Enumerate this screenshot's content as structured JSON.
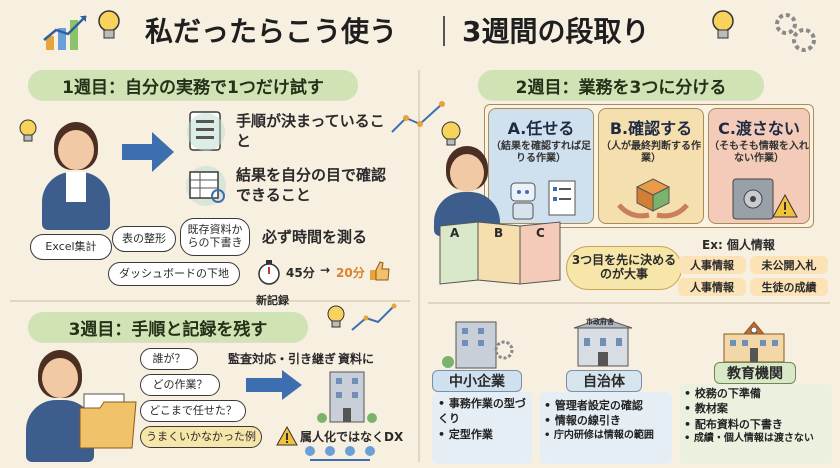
{
  "title": "私だったらこう使う",
  "title_right": "3週間の段取り",
  "week1": {
    "heading": "1週目：自分の実務で1つだけ試す",
    "point1": "手順が決まっていること",
    "point2": "結果を自分の目で確認できること",
    "bubbles": [
      "Excel集計",
      "表の整形",
      "既存資料からの下書き",
      "ダッシュボードの下地"
    ],
    "measure": "必ず時間を測る",
    "time_before": "45分",
    "arrow": "→",
    "time_after": "20分",
    "record": "新記録"
  },
  "week2": {
    "heading": "2週目：業務を3つに分ける",
    "cards": [
      {
        "title": "A.任せる",
        "sub": "（結果を確認すれば足りる作業）",
        "color": "#cfe0ee"
      },
      {
        "title": "B.確認する",
        "sub": "（人が最終判断する作業）",
        "color": "#f6dfae"
      },
      {
        "title": "C.渡さない",
        "sub": "（そもそも情報を入れない作業）",
        "color": "#f4cbb8"
      }
    ],
    "folder_labels": [
      "A",
      "B",
      "C"
    ],
    "callout": "3つ目を先に決めるのが大事",
    "ex_title": "Ex: 個人情報",
    "ex_items": [
      "人事情報",
      "未公開入札",
      "人事情報",
      "生徒の成績"
    ]
  },
  "week3": {
    "heading": "3週目：手順と記録を残す",
    "questions": [
      "誰が？",
      "どの作業？",
      "どこまで任せた？",
      "うまくいかなかった例"
    ],
    "audit": "監査対応・引き継ぎ",
    "asset": "資料に",
    "warning": "属人化ではなくDX"
  },
  "orgs": [
    {
      "name": "中小企業",
      "items": [
        "事務作業の型づくり",
        "定型作業"
      ],
      "color": "#cfe0ee"
    },
    {
      "name": "自治体",
      "items": [
        "管理者設定の確認",
        "情報の線引き",
        "庁内研修は情報の範囲"
      ],
      "color": "#d6e4ee"
    },
    {
      "name": "教育機関",
      "items": [
        "校務の下準備",
        "教材案",
        "配布資料の下書き",
        "成績・個人情報は渡さない"
      ],
      "color": "#d9e8c8"
    }
  ],
  "city_hall_sign": "市政府舎",
  "colors": {
    "pill": "#cfe3b5",
    "accent_blue": "#3d6fb0",
    "accent_orange": "#e9a33b",
    "bg": "#f7efe0"
  }
}
